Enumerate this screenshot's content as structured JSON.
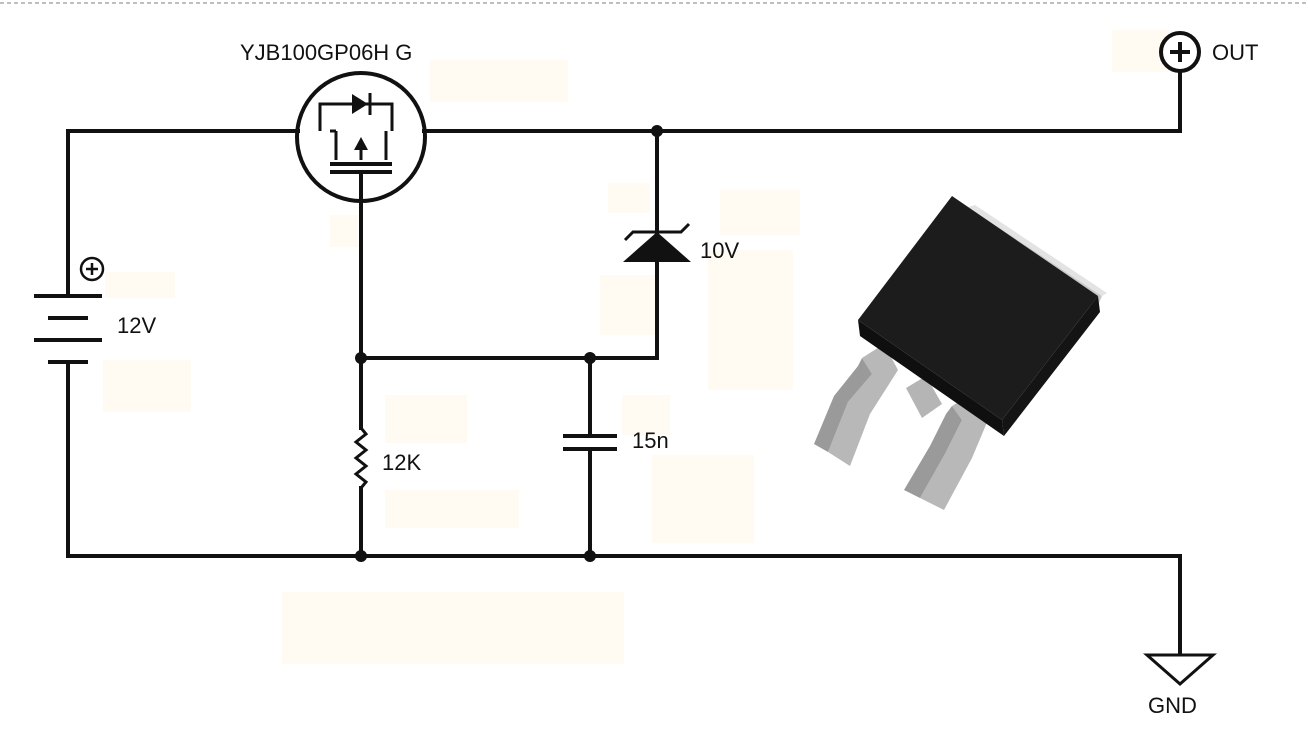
{
  "mosfet": {
    "label": "YJB100GP06H G"
  },
  "battery": {
    "label": "12V",
    "terminal_symbol": "⊕"
  },
  "zener": {
    "label": "10V"
  },
  "resistor": {
    "label": "12K"
  },
  "capacitor": {
    "label": "15n"
  },
  "output": {
    "label": "OUT",
    "terminal_symbol": "⊕"
  },
  "ground": {
    "label": "GND"
  },
  "package_image": {
    "icon": "dpak-transistor-package"
  },
  "colors": {
    "wire": "#111111",
    "background": "#ffffff",
    "package_body": "#1c1c1c",
    "package_leads": "#b8b8b8"
  }
}
